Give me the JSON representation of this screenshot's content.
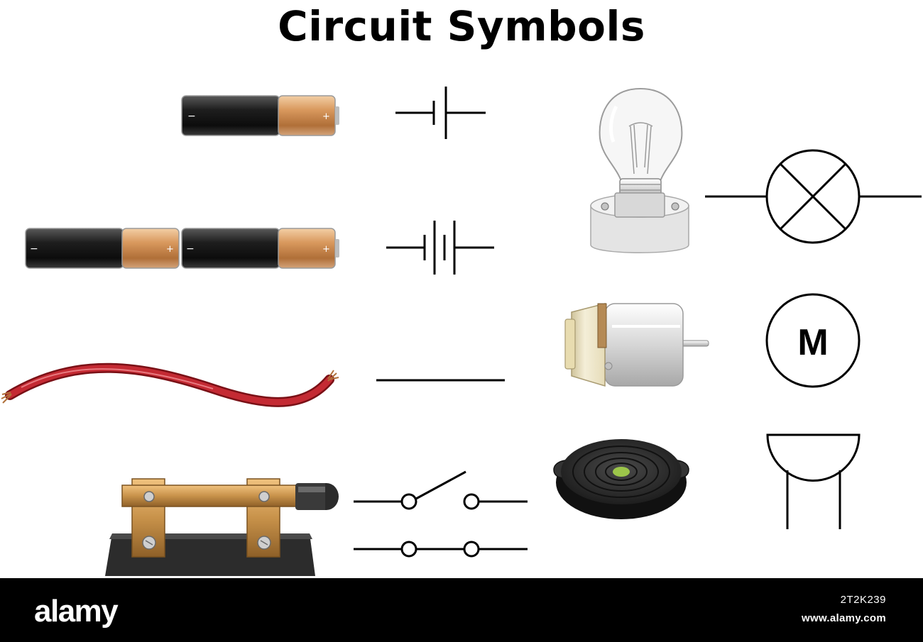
{
  "title": "Circuit Symbols",
  "symbols": [
    {
      "component": "battery-cell",
      "symbol": "cell-symbol"
    },
    {
      "component": "battery-pair",
      "symbol": "battery-symbol"
    },
    {
      "component": "wire",
      "symbol": "wire-symbol"
    },
    {
      "component": "knife-switch",
      "symbol": "switch-symbols"
    },
    {
      "component": "light-bulb",
      "symbol": "lamp-symbol"
    },
    {
      "component": "dc-motor",
      "symbol": "motor-symbol"
    },
    {
      "component": "buzzer",
      "symbol": "buzzer-symbol"
    }
  ],
  "battery_labels": {
    "minus": "−",
    "plus": "+"
  },
  "motor_letter": "M",
  "footer": {
    "brand": "alamy",
    "image_id": "2T2K239",
    "site": "www.alamy.com"
  },
  "colors": {
    "battery_body": "#1e1e1e",
    "battery_cap": "#c8804a",
    "wire_red": "#b3202a",
    "wire_copper": "#b0703a",
    "switch_brass": "#c8924a",
    "switch_base": "#2c2c2c",
    "bulb_base": "#e4e4e4",
    "motor_body": "#dcdcdc",
    "buzzer_body": "#2a2a2a",
    "symbol_line": "#000000"
  }
}
